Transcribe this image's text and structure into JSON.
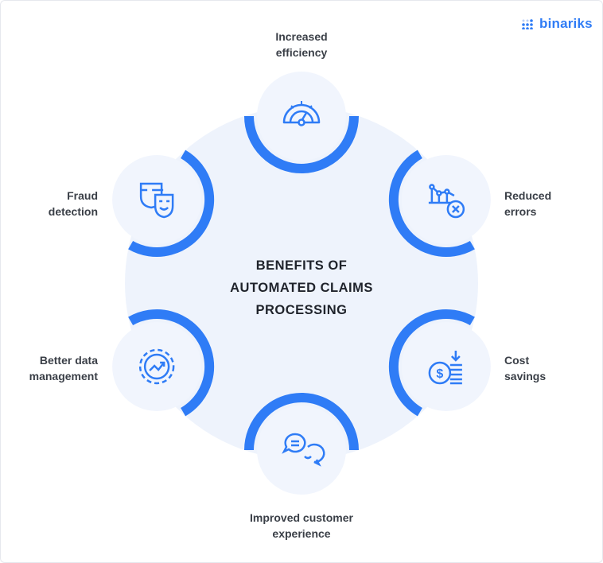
{
  "logo": {
    "text": "binariks"
  },
  "title_lines": [
    "BENEFITS OF",
    "AUTOMATED CLAIMS",
    "PROCESSING"
  ],
  "colors": {
    "accent": "#2f7cf6",
    "big_circle": "#eef3fc",
    "node": "#f1f5fd",
    "text": "#3a3f47"
  },
  "benefits": [
    {
      "lines": [
        "Increased",
        "efficiency"
      ],
      "icon": "speedometer-icon"
    },
    {
      "lines": [
        "Reduced",
        "errors"
      ],
      "icon": "chart-error-icon"
    },
    {
      "lines": [
        "Cost",
        "savings"
      ],
      "icon": "dollar-coins-icon"
    },
    {
      "lines": [
        "Improved customer",
        "experience"
      ],
      "icon": "chat-bubbles-icon"
    },
    {
      "lines": [
        "Better data",
        "management"
      ],
      "icon": "gear-chart-icon"
    },
    {
      "lines": [
        "Fraud",
        "detection"
      ],
      "icon": "masks-icon"
    }
  ]
}
